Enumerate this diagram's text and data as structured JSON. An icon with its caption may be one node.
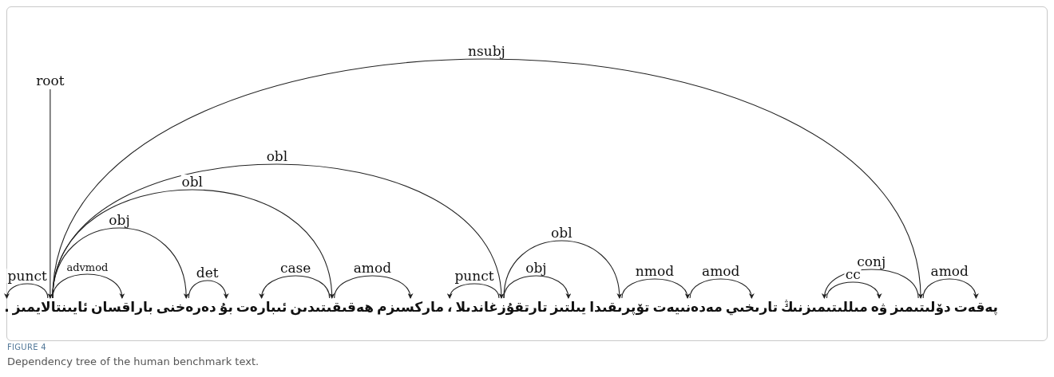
{
  "diagram": {
    "caption": "Dependency tree of the human benchmark text.",
    "nodes": [
      {
        "text": [
          "پەقەت"
        ]
      },
      {
        "text": [
          "دۆلىتىمىز"
        ]
      },
      {
        "text": [
          "ۋە"
        ]
      },
      {
        "text": [
          "مىللىتىمىزنىڭ"
        ]
      },
      {
        "text": [
          "تارىخىي"
        ]
      },
      {
        "text": [
          "مەدەنىيەت"
        ]
      },
      {
        "text": [
          "تۆپرىقىدا"
        ]
      },
      {
        "text": [
          "يىلتىز"
        ]
      },
      {
        "text": [
          "تارتقۇزغاندىلا"
        ]
      },
      {
        "text": [
          "،"
        ]
      },
      {
        "text": [
          "ماركسىزم"
        ]
      },
      {
        "text": [
          "ھەقىقىتىدىن"
        ]
      },
      {
        "text": [
          "ئىبارەت"
        ]
      },
      {
        "text": [
          "بۇ"
        ]
      },
      {
        "text": [
          "دەرەخنى"
        ]
      },
      {
        "text": [
          "باراقسان"
        ]
      },
      {
        "text": [
          "ئايىنتالايمىز"
        ]
      },
      {
        "text": [
          "."
        ]
      }
    ],
    "edges": [
      {
        "from": 16,
        "to": 1,
        "arrow": "to",
        "label": "nsubj"
      },
      {
        "from": null,
        "to": 16,
        "arrow": "to",
        "label": "root"
      },
      {
        "from": 16,
        "to": 8,
        "arrow": "to",
        "label": "obl"
      },
      {
        "from": 16,
        "to": 11,
        "arrow": "to",
        "label": "obl"
      },
      {
        "from": 16,
        "to": 14,
        "arrow": "to",
        "label": "obj"
      },
      {
        "from": 16,
        "to": 15,
        "arrow": "to",
        "label": "advmod"
      },
      {
        "from": 16,
        "to": 17,
        "arrow": "to",
        "label": "punct"
      },
      {
        "from": 14,
        "to": 13,
        "arrow": "to",
        "label": "det"
      },
      {
        "from": 11,
        "to": 12,
        "arrow": "to",
        "label": "case"
      },
      {
        "from": 11,
        "to": 10,
        "arrow": "to",
        "label": "amod"
      },
      {
        "from": 8,
        "to": 9,
        "arrow": "to",
        "label": "punct"
      },
      {
        "from": 8,
        "to": 7,
        "arrow": "to",
        "label": "obj"
      },
      {
        "from": 8,
        "to": 6,
        "arrow": "to",
        "label": "obl"
      },
      {
        "from": 6,
        "to": 5,
        "arrow": "to",
        "label": "nmod"
      },
      {
        "from": 5,
        "to": 4,
        "arrow": "to",
        "label": "amod"
      },
      {
        "from": 1,
        "to": 3,
        "arrow": "to",
        "label": "conj"
      },
      {
        "from": 3,
        "to": 2,
        "arrow": "to",
        "label": "cc"
      },
      {
        "from": 1,
        "to": 0,
        "arrow": "to",
        "label": "amod"
      }
    ],
    "labels": [
      "FIGURE 4"
    ]
  }
}
